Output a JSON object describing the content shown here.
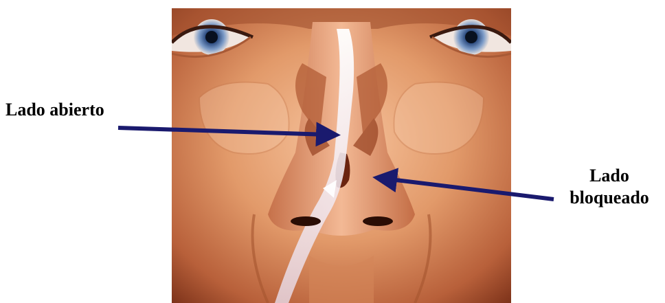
{
  "labels": {
    "open_side": "Lado abierto",
    "blocked_side_line1": "Lado",
    "blocked_side_line2": "bloqueado"
  },
  "colors": {
    "arrow": "#1a1a6e",
    "skin_light": "#f2b38a",
    "skin_mid": "#d9895e",
    "skin_dark": "#8a3f22",
    "airflow": "#f6eef2"
  }
}
